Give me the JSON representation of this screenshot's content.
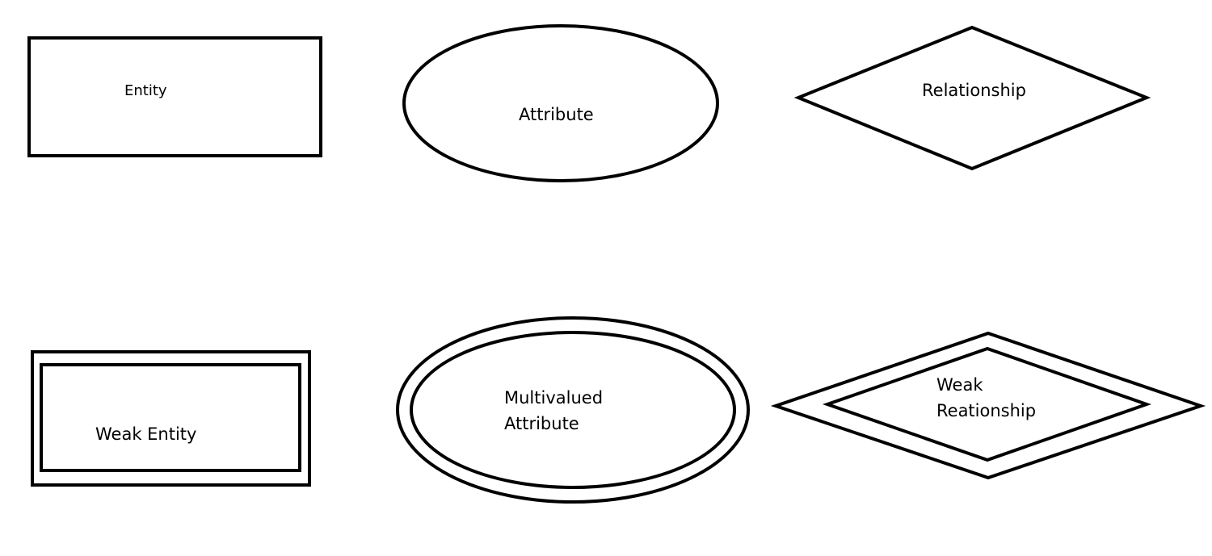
{
  "diagram": {
    "stroke_color": "#000000",
    "background_color": "#ffffff",
    "shapes": {
      "entity": {
        "label": "Entity"
      },
      "attribute": {
        "label": "Attribute"
      },
      "relationship": {
        "label": "Relationship"
      },
      "weak_entity": {
        "label": "Weak Entity"
      },
      "multivalued_attribute": {
        "label_line1": "Multivalued",
        "label_line2": "Attribute"
      },
      "weak_relationship": {
        "label_line1": "Weak",
        "label_line2": "Reationship"
      }
    }
  }
}
